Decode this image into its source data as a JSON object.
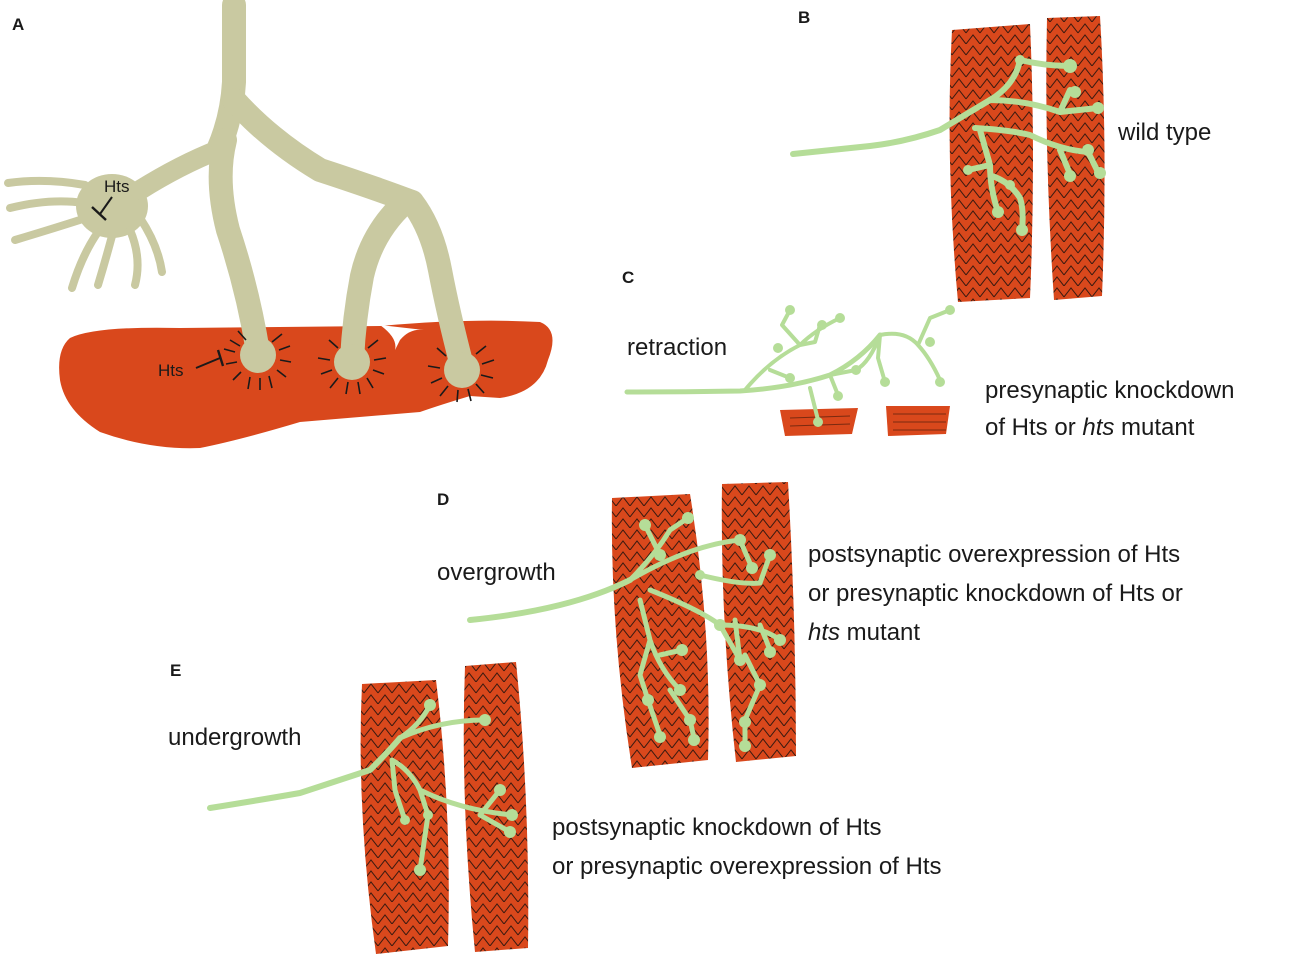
{
  "panels": {
    "a": {
      "letter": "A",
      "hts_soma": "Hts",
      "hts_muscle": "Hts"
    },
    "b": {
      "letter": "B",
      "caption": "wild type"
    },
    "c": {
      "letter": "C",
      "phenotype": "retraction",
      "caption_line1": "presynaptic knockdown",
      "caption_line2_pre": "of Hts or ",
      "caption_line2_italic": "hts",
      "caption_line2_post": " mutant"
    },
    "d": {
      "letter": "D",
      "phenotype": "overgrowth",
      "caption_line1": "postsynaptic overexpression of Hts",
      "caption_line2": "or presynaptic knockdown of Hts or",
      "caption_line3_italic": "hts",
      "caption_line3_post": " mutant"
    },
    "e": {
      "letter": "E",
      "phenotype": "undergrowth",
      "caption_line1": "postsynaptic knockdown of Hts",
      "caption_line2": "or presynaptic overexpression of Hts"
    }
  },
  "colors": {
    "muscle": "#d9481c",
    "muscle_stripe": "#3a1a10",
    "axon_a": "#c9c9a1",
    "axon_nmj": "#b5dd98"
  }
}
